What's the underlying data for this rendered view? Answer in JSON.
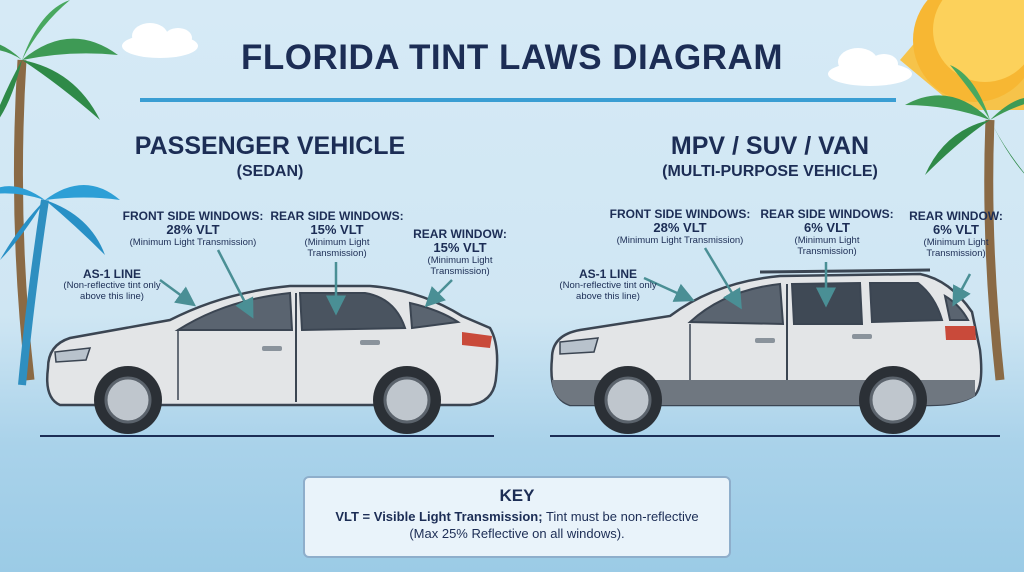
{
  "title": "FLORIDA TINT LAWS DIAGRAM",
  "sections": {
    "sedan": {
      "title": "PASSENGER VEHICLE",
      "subtitle": "(SEDAN)",
      "as1": {
        "head": "AS-1 LINE",
        "note1": "(Non-reflective tint only",
        "note2": "above this line)"
      },
      "front": {
        "head": "FRONT SIDE WINDOWS:",
        "vlt": "28% VLT",
        "note": "(Minimum Light Transmission)"
      },
      "rear_side": {
        "head": "REAR SIDE WINDOWS:",
        "vlt": "15% VLT",
        "note1": "(Minimum Light",
        "note2": "Transmission)"
      },
      "rear": {
        "head": "REAR WINDOW:",
        "vlt": "15% VLT",
        "note1": "(Minimum Light",
        "note2": "Transmission)"
      }
    },
    "suv": {
      "title": "MPV / SUV / VAN",
      "subtitle": "(MULTI-PURPOSE VEHICLE)",
      "as1": {
        "head": "AS-1 LINE",
        "note1": "(Non-reflective tint only",
        "note2": "above this line)"
      },
      "front": {
        "head": "FRONT SIDE WINDOWS:",
        "vlt": "28% VLT",
        "note": "(Minimum Light Transmission)"
      },
      "rear_side": {
        "head": "REAR SIDE WINDOWS:",
        "vlt": "6% VLT",
        "note1": "(Minimum Light",
        "note2": "Transmission)"
      },
      "rear": {
        "head": "REAR WINDOW:",
        "vlt": "6% VLT",
        "note1": "(Minimum Light",
        "note2": "Transmission)"
      }
    }
  },
  "key": {
    "title": "KEY",
    "line1_bold": "VLT = Visible Light Transmission;",
    "line1_rest": " Tint must be non-reflective",
    "line2": "(Max 25% Reflective on all windows)."
  },
  "colors": {
    "title": "#1c2d55",
    "accent": "#3a9ed3",
    "arrow": "#4a8f95",
    "car_body": "#e3e5e7"
  },
  "icons": [
    "palm-tree-icon",
    "sun-icon",
    "cloud-icon",
    "sedan-car-icon",
    "suv-car-icon",
    "arrow-icon"
  ]
}
